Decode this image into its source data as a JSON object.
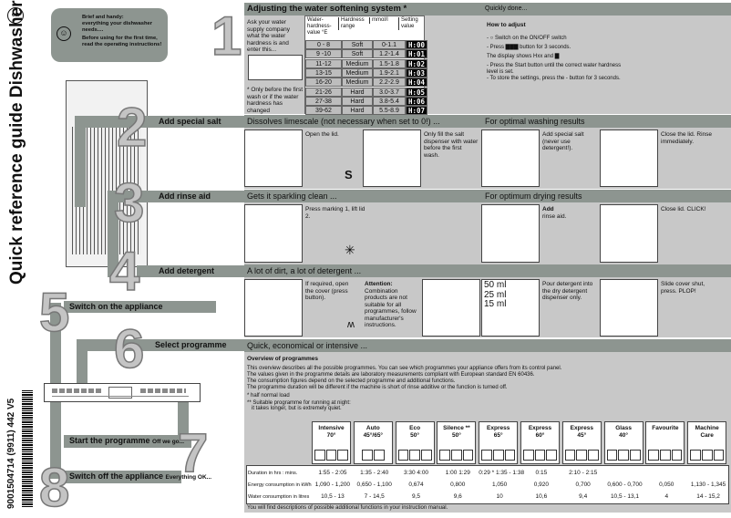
{
  "title": "Quick reference guide Dishwasher",
  "language": "en",
  "barcode_number": "9001504714 (9911) 442 V5",
  "intro": {
    "line1": "Brief and handy:",
    "line2": "everything your dishwasher needs....",
    "line3": "Before using for the first time, read the operating instructions!",
    "icon": "smiley-icon"
  },
  "steps": {
    "s1": "1",
    "s2": "2",
    "s3": "3",
    "s4": "4",
    "s5": "5",
    "s6": "6",
    "s7": "7",
    "s8": "8"
  },
  "step_labels": {
    "salt": "Add special salt",
    "rinse": "Add rinse aid",
    "detergent": "Add detergent",
    "switch_on": "Switch on the appliance",
    "select": "Select programme",
    "start": "Start the programme",
    "start_sub": "Off we go...",
    "switch_off": "Switch off the appliance",
    "switch_off_sub": "Everything OK..."
  },
  "softening": {
    "title": "Adjusting the water softening system *",
    "right_title": "Quickly done...",
    "ask": "Ask your water supply company what the water hardness is and enter this...",
    "note": "* Only before the first wash or if the water hardness has changed",
    "headers": [
      "Water-hardness-value °E",
      "Hardness range",
      "mmol/l",
      "Setting value"
    ],
    "rows": [
      [
        "0 - 8",
        "Soft",
        "0-1.1",
        "H:00"
      ],
      [
        "9 -10",
        "Soft",
        "1.2-1.4",
        "H:01"
      ],
      [
        "11-12",
        "Medium",
        "1.5-1.8",
        "H:02"
      ],
      [
        "13-15",
        "Medium",
        "1.9-2.1",
        "H:03"
      ],
      [
        "16-20",
        "Medium",
        "2.2-2.9",
        "H:04"
      ],
      [
        "21-26",
        "Hard",
        "3.0-3.7",
        "H:05"
      ],
      [
        "27-38",
        "Hard",
        "3.8-5.4",
        "H:06"
      ],
      [
        "39-62",
        "Hard",
        "5.5-8.9",
        "H:07"
      ]
    ],
    "how_title": "How to adjust",
    "how": [
      "- ○ Switch on the ON/OFF switch",
      "- Press ▇▇▇ button for 3 seconds.",
      "The display shows Hxx and ▇",
      "- Press the Start button until the correct water hardness level is set.",
      "- To store the settings, press the - button for 3 seconds."
    ]
  },
  "salt": {
    "bar_left": "Dissolves limescale (not necessary when set to 0!) ...",
    "bar_right": "For optimal washing results",
    "t1": "Open the lid.",
    "t2": "Only fill the salt dispenser with water before the first  wash.",
    "t3": "Add special salt (never use detergent!).",
    "t4": "Close the lid. Rinse immediately.",
    "symbol": "S"
  },
  "rinse": {
    "bar_left": "Gets it sparkling clean ...",
    "bar_right": "For optimum drying results",
    "t1": "Press marking 1, lift lid 2.",
    "t2_bold": "Add",
    "t2": "rinse aid.",
    "t3": "Close lid. CLICK!",
    "symbol": "✳"
  },
  "detergent": {
    "bar_left": "A lot of dirt, a lot of detergent ...",
    "t1": "If required, open the cover (press button).",
    "attention": "Attention:",
    "t2": "Combination products are not suitable for all programmes, follow manufacturer's instructions.",
    "ml": [
      "50 ml",
      "25 ml",
      "15 ml"
    ],
    "t3": "Pour detergent into the dry detergent dispenser only.",
    "t4": "Slide cover shut, press. PLOP!"
  },
  "programmes": {
    "bar_left": "Quick, economical or intensive ...",
    "title": "Overview of programmes",
    "p1": "This overview describes all the possible programmes. You can see which programmes your appliance offers from its control panel.",
    "p2": "The values given in the programme details are laboratory measurements compliant with European standard EN 60436.",
    "p3": "The consumption figures depend on the selected programme and additional functions.",
    "p4": "The programme duration will be different if the machine is short of rinse additive or the function is turned off.",
    "n1": "*  half normal load",
    "n2": "** Suitable programme for running at night:",
    "n3": "it takes longer, but is extremely quiet.",
    "columns": [
      {
        "name": "Intensive",
        "temp": "70°",
        "icons": 3
      },
      {
        "name": "Auto",
        "temp": "45°/65°",
        "icons": 2
      },
      {
        "name": "Eco",
        "temp": "50°",
        "icons": 3
      },
      {
        "name": "Silence **",
        "temp": "50°",
        "icons": 3
      },
      {
        "name": "Express",
        "temp": "65°",
        "icons": 3
      },
      {
        "name": "Express",
        "temp": "60°",
        "icons": 3
      },
      {
        "name": "Express",
        "temp": "45°",
        "icons": 3
      },
      {
        "name": "Glass",
        "temp": "40°",
        "icons": 3
      },
      {
        "name": "Favourite",
        "temp": "",
        "icons": 3
      },
      {
        "name": "Machine Care",
        "temp": "",
        "icons": 3
      }
    ],
    "row_labels": [
      "Duration in hrs : mins.",
      "Energy consumption in kWh",
      "Water consumption in litres"
    ],
    "duration": [
      "1:55 - 2:05",
      "1:35 - 2:40",
      "3:30 4:00",
      "1:00 1:29",
      "0:29 * 1:35 - 1:38",
      "0:15",
      "2:10 - 2:15",
      "",
      "",
      ""
    ],
    "energy": [
      "1,090 - 1,200",
      "0,650 - 1,100",
      "0,674",
      "0,800",
      "1,050",
      "0,920",
      "0,700",
      "0,600 - 0,700",
      "0,050",
      "1,130 - 1,345"
    ],
    "water": [
      "10,5 - 13",
      "7 - 14,5",
      "9,5",
      "9,6",
      "10",
      "10,6",
      "9,4",
      "10,5 - 13,1",
      "4",
      "14 - 15,2"
    ],
    "footer": "You will find descriptions of possible additional functions in your instruction manual."
  },
  "colors": {
    "bar": "#8d9590",
    "panel": "#c8c8c8",
    "step_number": "#c4c4c4"
  }
}
